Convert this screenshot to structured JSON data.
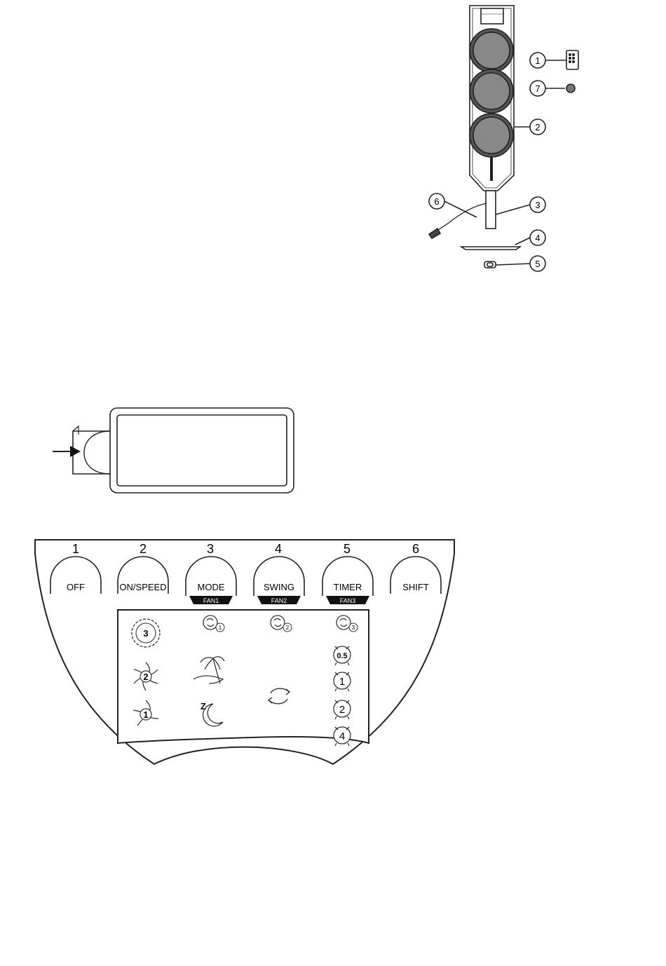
{
  "fan_parts": {
    "callouts": [
      {
        "id": "1",
        "label": "1"
      },
      {
        "id": "7",
        "label": "7"
      },
      {
        "id": "2",
        "label": "2"
      },
      {
        "id": "3",
        "label": "3"
      },
      {
        "id": "6",
        "label": "6"
      },
      {
        "id": "4",
        "label": "4"
      },
      {
        "id": "5",
        "label": "5"
      }
    ]
  },
  "control_panel": {
    "buttons": [
      {
        "number": "1",
        "label": "OFF",
        "tab": ""
      },
      {
        "number": "2",
        "label": "ON/SPEED",
        "tab": ""
      },
      {
        "number": "3",
        "label": "MODE",
        "tab": "FAN1"
      },
      {
        "number": "4",
        "label": "SWING",
        "tab": "FAN2"
      },
      {
        "number": "5",
        "label": "TIMER",
        "tab": "FAN3"
      },
      {
        "number": "6",
        "label": "SHIFT",
        "tab": ""
      }
    ],
    "display": {
      "speed_icons": [
        "3",
        "2",
        "1"
      ],
      "mode_fan_icons": [
        "1",
        "2",
        "3"
      ],
      "timer_icons": [
        "0.5",
        "1",
        "2",
        "4"
      ],
      "sleep_label": "Z",
      "icons": [
        "speed-3-icon",
        "speed-2-icon",
        "speed-1-icon",
        "fan1-mode-icon",
        "fan2-mode-icon",
        "fan3-mode-icon",
        "natural-wind-palm-icon",
        "sleep-moon-icon",
        "swing-icon",
        "timer-0.5-icon",
        "timer-1-icon",
        "timer-2-icon",
        "timer-4-icon"
      ]
    }
  }
}
